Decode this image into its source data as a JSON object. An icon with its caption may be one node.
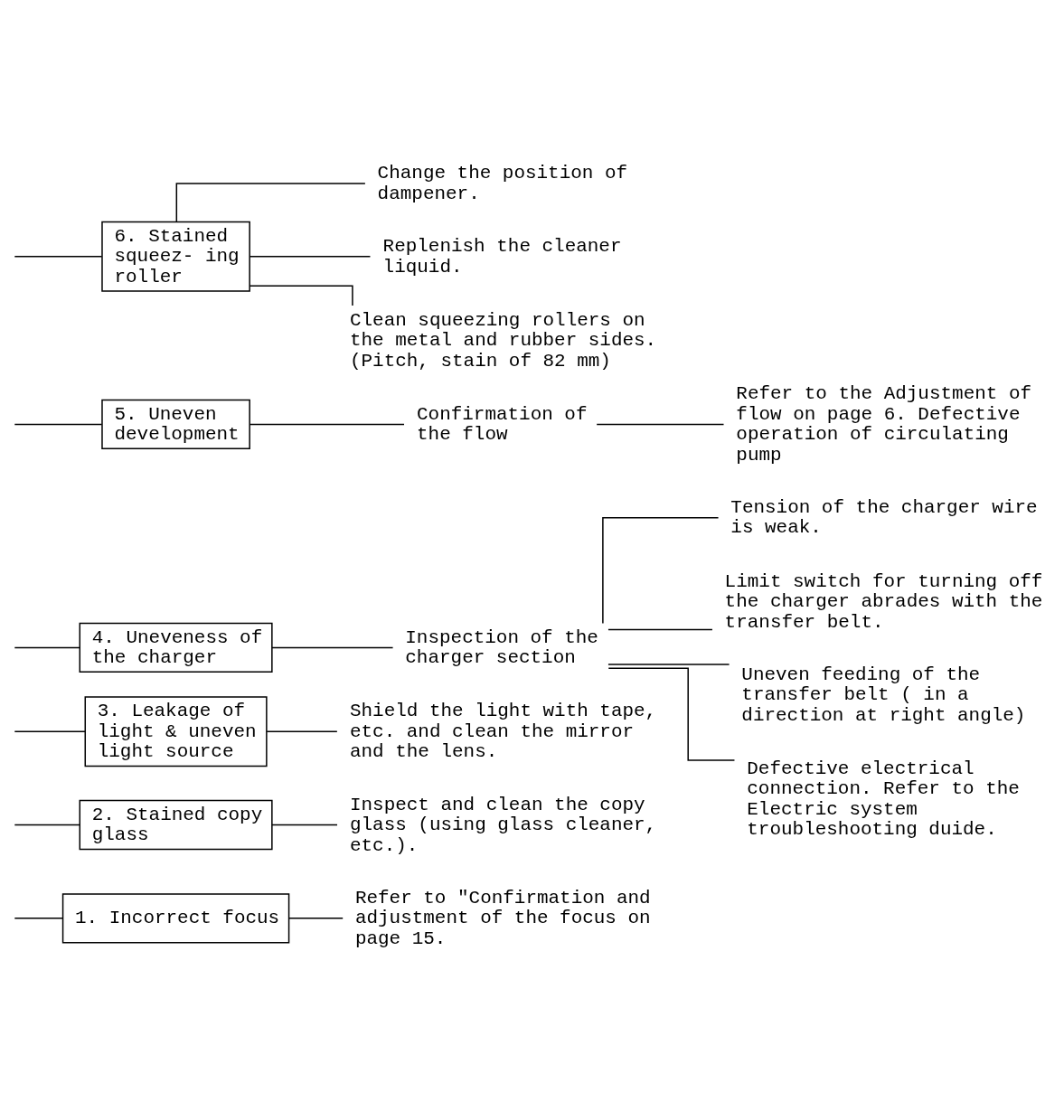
{
  "diagram": {
    "nodes": [
      {
        "text": [
          "1. Incorrect focus"
        ]
      },
      {
        "text": [
          "Refer to \"Confirmation and adjustment of the focus on page 15."
        ]
      },
      {
        "text": [
          "2. Stained copy glass"
        ]
      },
      {
        "text": [
          "Inspect and clean the copy glass (using glass cleaner, etc.)."
        ]
      },
      {
        "text": [
          "3. Leakage of light & uneven light source"
        ]
      },
      {
        "text": [
          "Shield the light with tape, etc. and clean the mirror and the lens."
        ]
      },
      {
        "text": [
          "4. Uneveness of the charger"
        ]
      },
      {
        "text": [
          "Inspection of the charger section"
        ]
      },
      {
        "text": [
          "Tension of the charger wire is weak."
        ]
      },
      {
        "text": [
          "Limit switch for turning off the charger abrades with the transfer belt."
        ]
      },
      {
        "text": [
          "Uneven feeding of the transfer belt ( in a direction at right angle)"
        ]
      },
      {
        "text": [
          "Defective electrical connection. Refer to the Electric system troubleshooting duide."
        ]
      },
      {
        "text": [
          "5. Uneven development"
        ]
      },
      {
        "text": [
          "Confirmation of the flow"
        ]
      },
      {
        "text": [
          "Refer to the Adjustment of flow on page 6. Defective operation of circulating pump"
        ]
      },
      {
        "text": [
          "6. Stained squeez- ing roller"
        ]
      },
      {
        "text": [
          "Change the position of dampener."
        ]
      },
      {
        "text": [
          "Replenish the cleaner liquid."
        ]
      },
      {
        "text": [
          "Clean squeezing rollers on the metal and rubber sides. (Pitch, stain of 82 mm)"
        ]
      }
    ],
    "edges": [
      {
        "from": null,
        "to": 0,
        "arrow": "none"
      },
      {
        "from": 0,
        "to": 1,
        "arrow": "none"
      },
      {
        "from": null,
        "to": 2,
        "arrow": "none"
      },
      {
        "from": 2,
        "to": 3,
        "arrow": "none"
      },
      {
        "from": null,
        "to": 4,
        "arrow": "none"
      },
      {
        "from": 4,
        "to": 5,
        "arrow": "none"
      },
      {
        "from": null,
        "to": 6,
        "arrow": "none"
      },
      {
        "from": 6,
        "to": 7,
        "arrow": "none"
      },
      {
        "from": 7,
        "to": 8,
        "arrow": "none"
      },
      {
        "from": 7,
        "to": 9,
        "arrow": "none"
      },
      {
        "from": 7,
        "to": 10,
        "arrow": "none"
      },
      {
        "from": 7,
        "to": 11,
        "arrow": "none"
      },
      {
        "from": null,
        "to": 12,
        "arrow": "none"
      },
      {
        "from": 12,
        "to": 13,
        "arrow": "none"
      },
      {
        "from": 13,
        "to": 14,
        "arrow": "none"
      },
      {
        "from": null,
        "to": 15,
        "arrow": "none"
      },
      {
        "from": 15,
        "to": 16,
        "arrow": "none"
      },
      {
        "from": 15,
        "to": 17,
        "arrow": "none"
      },
      {
        "from": 15,
        "to": 18,
        "arrow": "none"
      }
    ]
  }
}
